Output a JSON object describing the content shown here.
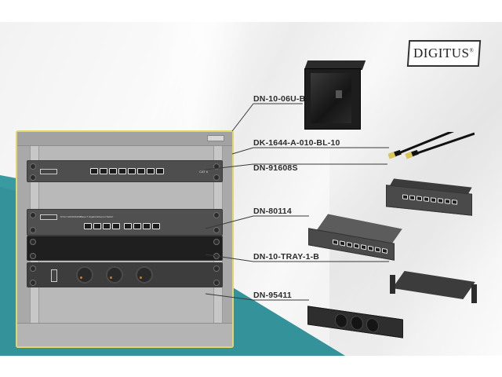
{
  "brand": {
    "name": "DIGITUS",
    "registered_mark": "®"
  },
  "rack": {
    "description": "10-inch wall-mounted network cabinet, front view with installed components",
    "switch_caption": "8 Port 10/100/1000Base-T Gigabit Ethernet Switch",
    "panel_caption": "CAT 6"
  },
  "callouts": [
    {
      "id": "cabinet",
      "label": "DN-10-06U-B",
      "product": "wall-mount cabinet"
    },
    {
      "id": "patch-cord",
      "label": "DK-1644-A-010-BL-10",
      "product": "patch cable"
    },
    {
      "id": "patch-panel",
      "label": "DN-91608S",
      "product": "patch panel"
    },
    {
      "id": "switch",
      "label": "DN-80114",
      "product": "gigabit switch"
    },
    {
      "id": "tray",
      "label": "DN-10-TRAY-1-B",
      "product": "shelf tray"
    },
    {
      "id": "pdu",
      "label": "DN-95411",
      "product": "power distribution unit"
    }
  ],
  "colors": {
    "accent_teal": "#3a9aa1",
    "highlight_yellow": "#e3d76a",
    "background": "#f2f2f2",
    "label_text": "#2b2b2b"
  }
}
